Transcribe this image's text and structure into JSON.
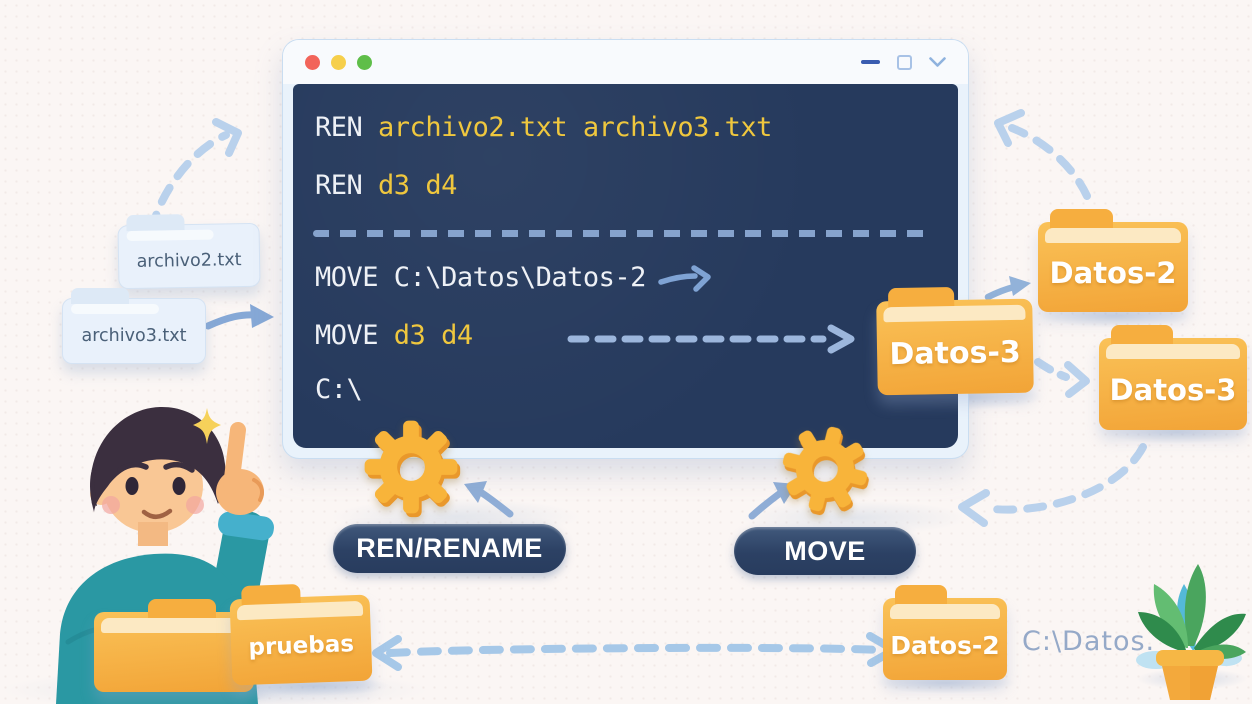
{
  "window": {
    "title": "",
    "controls": {
      "traffic_lights": [
        "red",
        "yellow",
        "green"
      ],
      "minimize": "minimize",
      "maximize": "maximize",
      "collapse": "chevron-down"
    }
  },
  "terminal": {
    "line1": {
      "cmd": "REN",
      "args": "archivo2.txt archivo3.txt"
    },
    "line2": {
      "cmd": "REN",
      "args": "d3 d4"
    },
    "line3": {
      "cmd": "MOVE",
      "args": "C:\\Datos\\Datos-2"
    },
    "line4": {
      "cmd": "MOVE",
      "args": "d3 d4"
    },
    "line5": {
      "cmd": "C:\\"
    }
  },
  "files": {
    "file1": {
      "label": "archivo2.txt"
    },
    "file2": {
      "label": "archivo3.txt"
    }
  },
  "folders": {
    "datos2_top": {
      "label": "Datos-2"
    },
    "datos3_big": {
      "label": "Datos-3"
    },
    "datos3_right": {
      "label": "Datos-3"
    },
    "pruebas": {
      "label": "pruebas"
    },
    "datos2_bottom": {
      "label": "Datos-2"
    }
  },
  "pills": {
    "ren": {
      "label": "REN/RENAME"
    },
    "move": {
      "label": "MOVE"
    }
  },
  "caption": {
    "path": "C:\\Datos."
  },
  "colors": {
    "terminal_bg": "#263a5d",
    "command_text": "#eef1f6",
    "argument_text": "#efc73e",
    "separator": "#86a3cd",
    "dashed_arrow": "#b9d1ec",
    "solid_arrow": "#86a8d6",
    "folder": "#f5ab3d",
    "pill": "#31486b",
    "traffic_red": "#f2645a",
    "traffic_yellow": "#f6cf4b",
    "traffic_green": "#5fbe49"
  }
}
